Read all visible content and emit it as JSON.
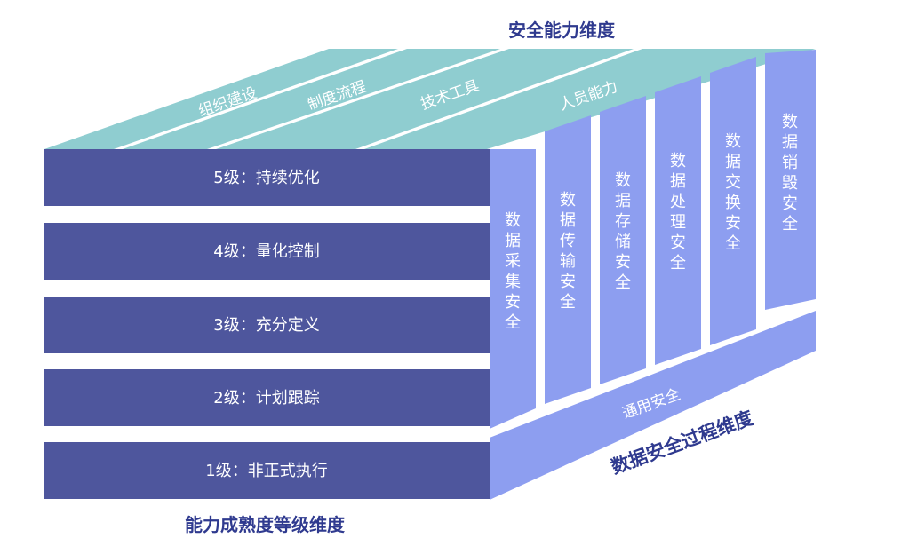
{
  "top_dimension_title": "安全能力维度",
  "top_items": [
    "组织建设",
    "制度流程",
    "技术工具",
    "人员能力"
  ],
  "levels": [
    "5级：持续优化",
    "4级：量化控制",
    "3级：充分定义",
    "2级：计划跟踪",
    "1级：非正式执行"
  ],
  "side_columns": [
    "数据采集安全",
    "数据传输安全",
    "数据存储安全",
    "数据处理安全",
    "数据交换安全",
    "数据销毁安全"
  ],
  "side_general": "通用安全",
  "side_dimension_title": "数据安全过程维度",
  "bottom_dimension_title": "能力成熟度等级维度",
  "colors": {
    "front": "#4e569d",
    "top_strip": "#8fcdd0",
    "side": "#8d9ef0",
    "dark_text": "#2f3a8f"
  }
}
